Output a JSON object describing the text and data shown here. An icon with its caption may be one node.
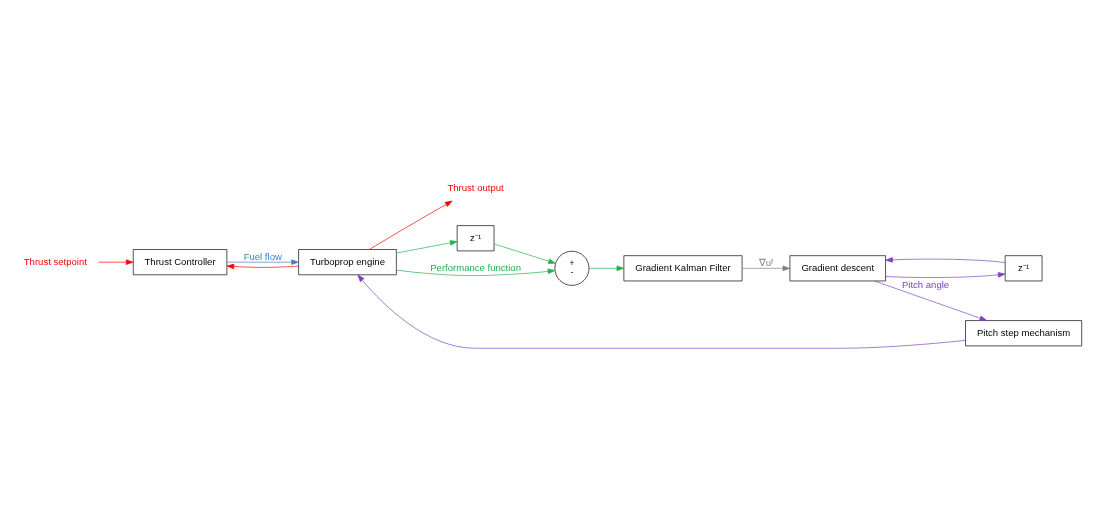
{
  "diagram": {
    "nodes": [
      {
        "text": [
          "Thrust setpoint"
        ]
      },
      {
        "text": [
          "Thrust Controller"
        ]
      },
      {
        "text": [
          "Turboprop engine"
        ]
      },
      {
        "text": [
          "Thrust output"
        ]
      },
      {
        "text": [
          "Pitch step mechanism"
        ]
      },
      {
        "text": [
          "z⁻¹"
        ]
      },
      {
        "text": [
          "+",
          "-"
        ]
      },
      {
        "text": [
          "z⁻¹"
        ]
      },
      {
        "text": [
          "Gradient Kalman Filter"
        ]
      },
      {
        "text": [
          "Gradient descent"
        ]
      }
    ],
    "edges": [
      {
        "from": 0,
        "to": 1,
        "arrow": "to",
        "color": "#ff0000"
      },
      {
        "from": 1,
        "to": 2,
        "arrow": "to",
        "label": "Fuel flow",
        "color": "#3c7fc4"
      },
      {
        "from": 2,
        "to": 3,
        "arrow": "to",
        "color": "#ff0000"
      },
      {
        "from": 2,
        "to": 1,
        "arrow": "to",
        "color": "#ff0000"
      },
      {
        "from": 2,
        "to": 6,
        "arrow": "to",
        "label": "Performance function",
        "color": "#22b14c"
      },
      {
        "from": 2,
        "to": 5,
        "arrow": "to",
        "color": "#22b14c"
      },
      {
        "from": 5,
        "to": 6,
        "arrow": "to",
        "color": "#22b14c"
      },
      {
        "from": 6,
        "to": 8,
        "arrow": "to",
        "color": "#22b14c"
      },
      {
        "from": 8,
        "to": 9,
        "arrow": "to",
        "label": "∇uᶠ",
        "color": "#7f7f7f"
      },
      {
        "from": 9,
        "to": 4,
        "arrow": "to",
        "label": "Pitch angle",
        "color": "#8040c0"
      },
      {
        "from": 9,
        "to": 7,
        "arrow": "to",
        "color": "#8040c0"
      },
      {
        "from": 7,
        "to": 9,
        "arrow": "to",
        "color": "#8040c0"
      },
      {
        "from": 4,
        "to": 2,
        "arrow": "to",
        "color": "#8040c0"
      }
    ]
  }
}
